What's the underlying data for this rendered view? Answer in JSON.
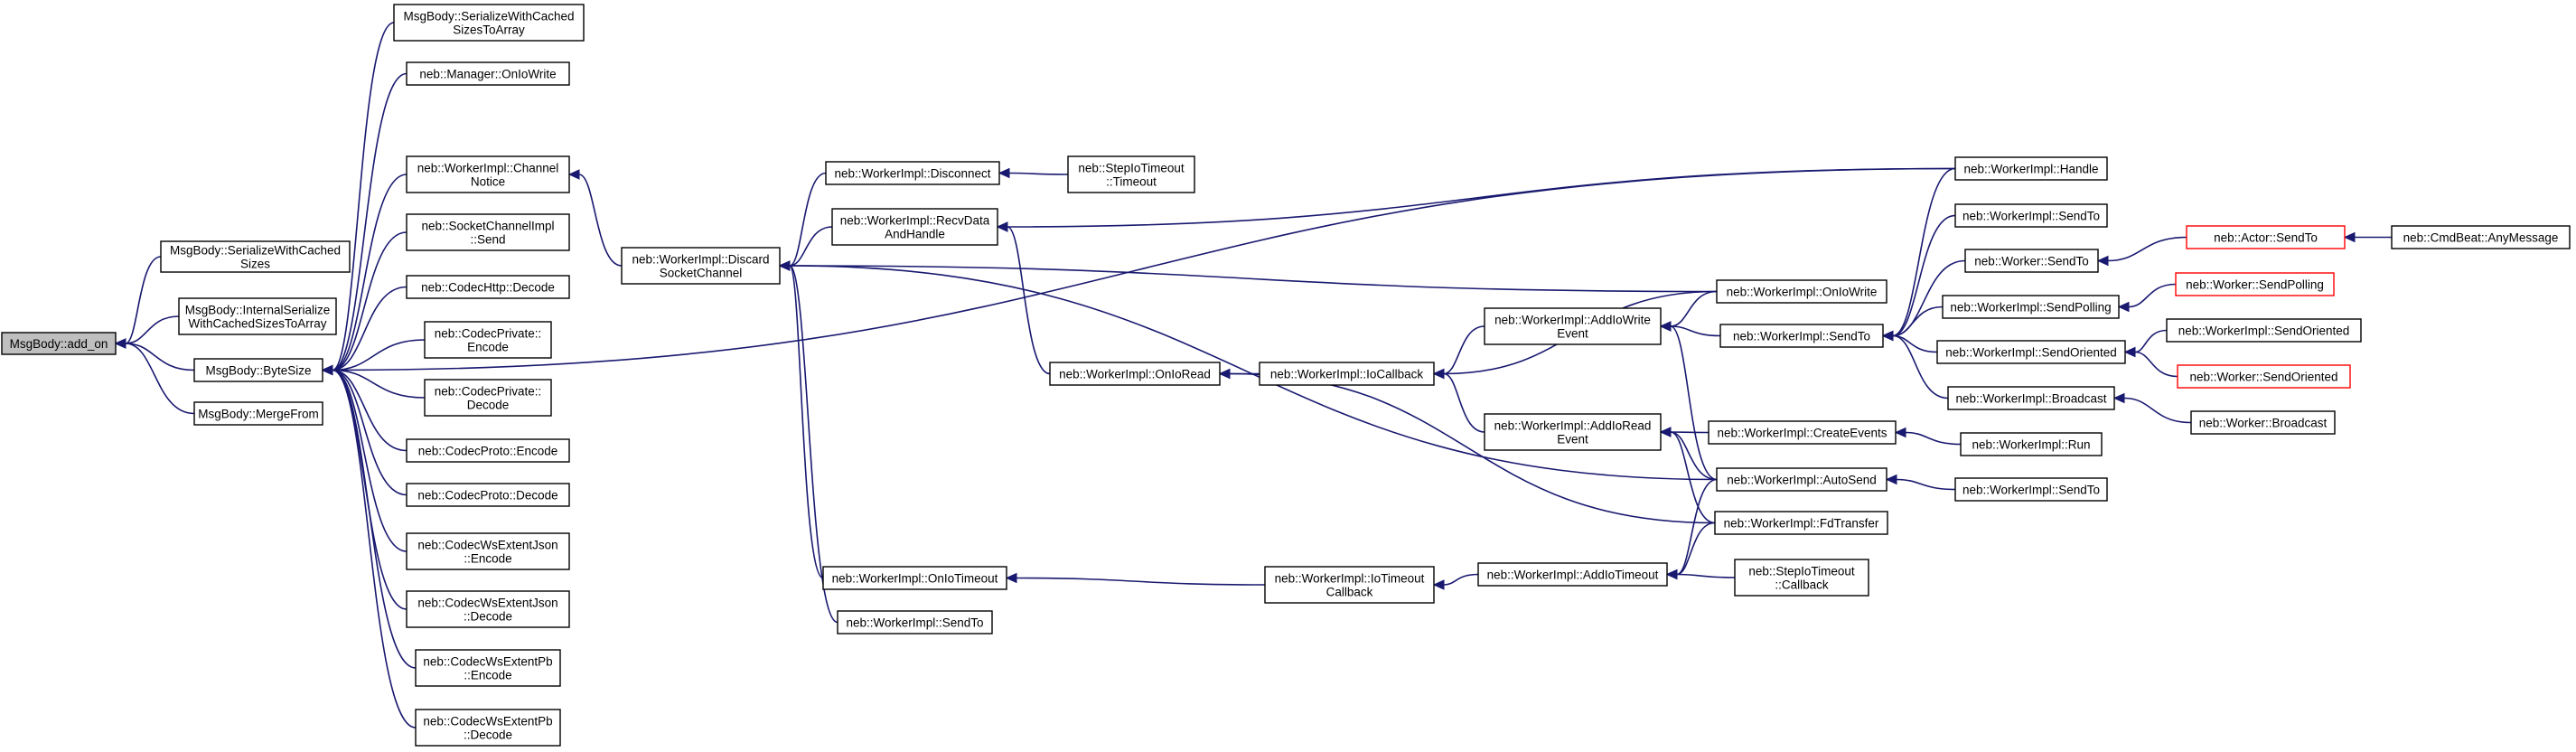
{
  "colors": {
    "edge": "#191970",
    "root_fill": "#bfbfbf",
    "truncated_border": "#ff0000"
  },
  "nodes": {
    "add_on": {
      "lines": [
        "MsgBody::add_on"
      ],
      "root": true
    },
    "swcs": {
      "lines": [
        "MsgBody::SerializeWithCached",
        "Sizes"
      ]
    },
    "iswcsta": {
      "lines": [
        "MsgBody::InternalSerialize",
        "WithCachedSizesToArray"
      ]
    },
    "bytesize": {
      "lines": [
        "MsgBody::ByteSize"
      ]
    },
    "mergefrom": {
      "lines": [
        "MsgBody::MergeFrom"
      ]
    },
    "swcsta": {
      "lines": [
        "MsgBody::SerializeWithCached",
        "SizesToArray"
      ]
    },
    "mgr_onio": {
      "lines": [
        "neb::Manager::OnIoWrite"
      ]
    },
    "chnotice": {
      "lines": [
        "neb::WorkerImpl::Channel",
        "Notice"
      ]
    },
    "sockch_send": {
      "lines": [
        "neb::SocketChannelImpl",
        "::Send"
      ]
    },
    "http_dec": {
      "lines": [
        "neb::CodecHttp::Decode"
      ]
    },
    "priv_enc": {
      "lines": [
        "neb::CodecPrivate::",
        "Encode"
      ]
    },
    "priv_dec": {
      "lines": [
        "neb::CodecPrivate::",
        "Decode"
      ]
    },
    "proto_enc": {
      "lines": [
        "neb::CodecProto::Encode"
      ]
    },
    "proto_dec": {
      "lines": [
        "neb::CodecProto::Decode"
      ]
    },
    "wsjson_enc": {
      "lines": [
        "neb::CodecWsExtentJson",
        "::Encode"
      ]
    },
    "wsjson_dec": {
      "lines": [
        "neb::CodecWsExtentJson",
        "::Decode"
      ]
    },
    "wspb_enc": {
      "lines": [
        "neb::CodecWsExtentPb",
        "::Encode"
      ]
    },
    "wspb_dec": {
      "lines": [
        "neb::CodecWsExtentPb",
        "::Decode"
      ]
    },
    "discard": {
      "lines": [
        "neb::WorkerImpl::Discard",
        "SocketChannel"
      ]
    },
    "disconnect": {
      "lines": [
        "neb::WorkerImpl::Disconnect"
      ]
    },
    "recvdata": {
      "lines": [
        "neb::WorkerImpl::RecvData",
        "AndHandle"
      ]
    },
    "onioread": {
      "lines": [
        "neb::WorkerImpl::OnIoRead"
      ]
    },
    "oniotimeout": {
      "lines": [
        "neb::WorkerImpl::OnIoTimeout"
      ]
    },
    "w_sendto_low": {
      "lines": [
        "neb::WorkerImpl::SendTo"
      ]
    },
    "step_timeout": {
      "lines": [
        "neb::StepIoTimeout",
        "::Timeout"
      ]
    },
    "iocallback": {
      "lines": [
        "neb::WorkerImpl::IoCallback"
      ]
    },
    "iotimeoutcb": {
      "lines": [
        "neb::WorkerImpl::IoTimeout",
        "Callback"
      ]
    },
    "addiowrite": {
      "lines": [
        "neb::WorkerImpl::AddIoWrite",
        "Event"
      ]
    },
    "addioread": {
      "lines": [
        "neb::WorkerImpl::AddIoRead",
        "Event"
      ]
    },
    "addiotimeout": {
      "lines": [
        "neb::WorkerImpl::AddIoTimeout"
      ]
    },
    "w_oniowrite": {
      "lines": [
        "neb::WorkerImpl::OnIoWrite"
      ]
    },
    "w_sendto_mid": {
      "lines": [
        "neb::WorkerImpl::SendTo"
      ]
    },
    "createevents": {
      "lines": [
        "neb::WorkerImpl::CreateEvents"
      ]
    },
    "autosend": {
      "lines": [
        "neb::WorkerImpl::AutoSend"
      ]
    },
    "fdtransfer": {
      "lines": [
        "neb::WorkerImpl::FdTransfer"
      ]
    },
    "step_cb": {
      "lines": [
        "neb::StepIoTimeout",
        "::Callback"
      ]
    },
    "handle": {
      "lines": [
        "neb::WorkerImpl::Handle"
      ]
    },
    "wi_sendto_r1": {
      "lines": [
        "neb::WorkerImpl::SendTo"
      ]
    },
    "worker_sendto": {
      "lines": [
        "neb::Worker::SendTo"
      ]
    },
    "sendpolling": {
      "lines": [
        "neb::WorkerImpl::SendPolling"
      ]
    },
    "sendoriented": {
      "lines": [
        "neb::WorkerImpl::SendOriented"
      ]
    },
    "broadcast": {
      "lines": [
        "neb::WorkerImpl::Broadcast"
      ]
    },
    "run": {
      "lines": [
        "neb::WorkerImpl::Run"
      ]
    },
    "wi_sendto_r2": {
      "lines": [
        "neb::WorkerImpl::SendTo"
      ]
    },
    "actor_sendto": {
      "lines": [
        "neb::Actor::SendTo"
      ],
      "truncated": true
    },
    "worker_sendpolling": {
      "lines": [
        "neb::Worker::SendPolling"
      ],
      "truncated": true
    },
    "worker_sendoriented_a": {
      "lines": [
        "neb::WorkerImpl::SendOriented"
      ]
    },
    "worker_sendoriented_b": {
      "lines": [
        "neb::Worker::SendOriented"
      ],
      "truncated": true
    },
    "worker_broadcast": {
      "lines": [
        "neb::Worker::Broadcast"
      ]
    },
    "cmdbeat": {
      "lines": [
        "neb::CmdBeat::AnyMessage"
      ]
    }
  },
  "edges": [
    [
      "swcs",
      "add_on"
    ],
    [
      "iswcsta",
      "add_on"
    ],
    [
      "bytesize",
      "add_on"
    ],
    [
      "mergefrom",
      "add_on"
    ],
    [
      "swcsta",
      "bytesize"
    ],
    [
      "mgr_onio",
      "bytesize"
    ],
    [
      "handle",
      "bytesize"
    ],
    [
      "chnotice",
      "bytesize"
    ],
    [
      "sockch_send",
      "bytesize"
    ],
    [
      "http_dec",
      "bytesize"
    ],
    [
      "priv_enc",
      "bytesize"
    ],
    [
      "priv_dec",
      "bytesize"
    ],
    [
      "proto_enc",
      "bytesize"
    ],
    [
      "proto_dec",
      "bytesize"
    ],
    [
      "wsjson_enc",
      "bytesize"
    ],
    [
      "wsjson_dec",
      "bytesize"
    ],
    [
      "wspb_enc",
      "bytesize"
    ],
    [
      "wspb_dec",
      "bytesize"
    ],
    [
      "discard",
      "chnotice"
    ],
    [
      "disconnect",
      "discard"
    ],
    [
      "recvdata",
      "discard"
    ],
    [
      "w_oniowrite",
      "discard"
    ],
    [
      "autosend",
      "discard"
    ],
    [
      "oniotimeout",
      "discard"
    ],
    [
      "w_sendto_low",
      "discard"
    ],
    [
      "step_timeout",
      "disconnect"
    ],
    [
      "handle",
      "recvdata"
    ],
    [
      "onioread",
      "recvdata"
    ],
    [
      "iocallback",
      "onioread"
    ],
    [
      "fdtransfer",
      "onioread"
    ],
    [
      "iotimeoutcb",
      "oniotimeout"
    ],
    [
      "addiowrite",
      "iocallback"
    ],
    [
      "addioread",
      "iocallback"
    ],
    [
      "w_oniowrite",
      "iocallback"
    ],
    [
      "addiotimeout",
      "iotimeoutcb"
    ],
    [
      "w_sendto_mid",
      "addiowrite"
    ],
    [
      "w_oniowrite",
      "addiowrite"
    ],
    [
      "autosend",
      "addiowrite"
    ],
    [
      "createevents",
      "addioread"
    ],
    [
      "autosend",
      "addioread"
    ],
    [
      "fdtransfer",
      "addioread"
    ],
    [
      "autosend",
      "addiotimeout"
    ],
    [
      "fdtransfer",
      "addiotimeout"
    ],
    [
      "step_cb",
      "addiotimeout"
    ],
    [
      "handle",
      "w_sendto_mid"
    ],
    [
      "wi_sendto_r1",
      "w_sendto_mid"
    ],
    [
      "worker_sendto",
      "w_sendto_mid"
    ],
    [
      "sendpolling",
      "w_sendto_mid"
    ],
    [
      "sendoriented",
      "w_sendto_mid"
    ],
    [
      "broadcast",
      "w_sendto_mid"
    ],
    [
      "run",
      "createevents"
    ],
    [
      "wi_sendto_r2",
      "autosend"
    ],
    [
      "actor_sendto",
      "worker_sendto"
    ],
    [
      "cmdbeat",
      "actor_sendto"
    ],
    [
      "worker_sendpolling",
      "sendpolling"
    ],
    [
      "worker_sendoriented_a",
      "sendoriented"
    ],
    [
      "worker_sendoriented_b",
      "sendoriented"
    ],
    [
      "worker_broadcast",
      "broadcast"
    ]
  ]
}
